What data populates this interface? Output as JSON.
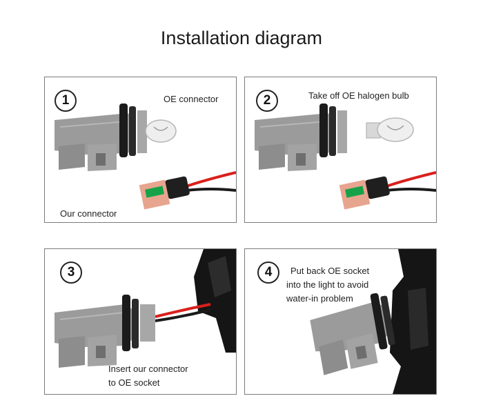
{
  "title": "Installation diagram",
  "steps": [
    {
      "number": "1",
      "labels": [
        "OE connector",
        "Our connector"
      ]
    },
    {
      "number": "2",
      "labels": [
        "Take off OE halogen bulb"
      ]
    },
    {
      "number": "3",
      "lines": [
        "Insert our connector",
        "to OE socket"
      ]
    },
    {
      "number": "4",
      "lines": [
        "Put back OE socket",
        "into the light to avoid",
        "water-in problem"
      ]
    }
  ],
  "colors": {
    "connector_gray": "#9a9a9a",
    "seal_black": "#1b1b1b",
    "wire_red": "#d9201c",
    "pcb_pink": "#e7a48f",
    "pcb_green": "#17a24a",
    "housing_black": "#151515"
  },
  "icons": [
    "bulb-icon",
    "halogen-bulb-icon",
    "led-board-icon"
  ]
}
